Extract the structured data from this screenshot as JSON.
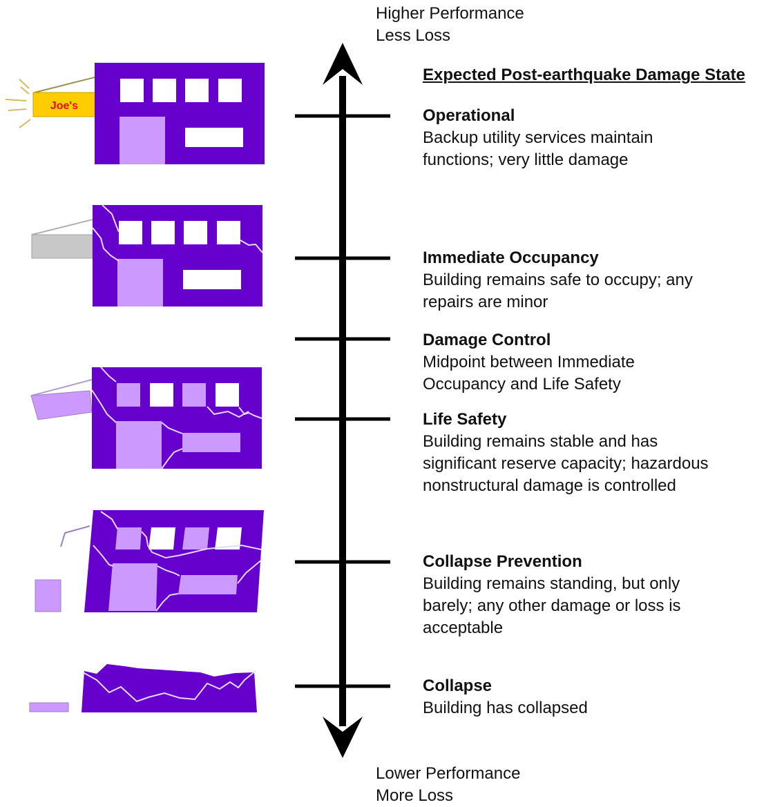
{
  "axis": {
    "top_line1": "Higher Performance",
    "top_line2": "Less Loss",
    "bottom_line1": "Lower Performance",
    "bottom_line2": "More Loss"
  },
  "heading": "Expected Post-earthquake Damage State",
  "states": [
    {
      "title": "Operational",
      "lines": [
        "Backup utility services maintain",
        "functions; very little damage"
      ]
    },
    {
      "title": "Immediate Occupancy",
      "lines": [
        "Building remains safe to occupy; any",
        "repairs are minor"
      ]
    },
    {
      "title": "Damage Control",
      "lines": [
        "Midpoint between Immediate",
        "Occupancy and Life Safety"
      ]
    },
    {
      "title": "Life Safety",
      "lines": [
        "Building remains stable and has",
        "significant reserve capacity; hazardous",
        "nonstructural damage is controlled"
      ]
    },
    {
      "title": "Collapse Prevention",
      "lines": [
        "Building remains standing, but only",
        "barely; any other damage or loss is",
        "acceptable"
      ]
    },
    {
      "title": "Collapse",
      "lines": [
        "Building has collapsed"
      ]
    }
  ],
  "sign_text": "Joe's",
  "colors": {
    "building": "#6600cc",
    "window": "#ffffff",
    "damaged_panel": "#cc99ff",
    "crack": "#e6d9ff",
    "sign": "#ffcc00",
    "sign_text": "#e0101a",
    "awning_gray": "#c8c8c8",
    "axis": "#000000"
  }
}
